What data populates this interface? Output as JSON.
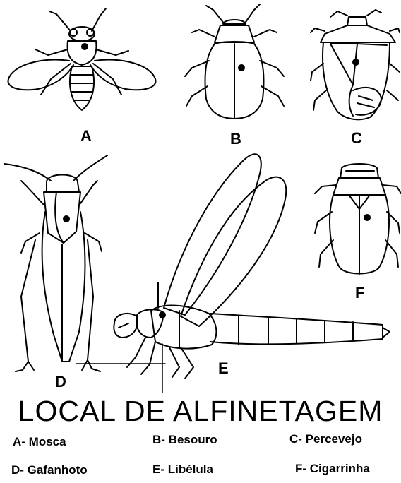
{
  "diagram": {
    "labels": {
      "a": "A",
      "b": "B",
      "c": "C",
      "d": "D",
      "e": "E",
      "f": "F"
    },
    "title": "LOCAL DE ALFINETAGEM",
    "legend": {
      "a": "A- Mosca",
      "b": "B- Besouro",
      "c": "C- Percevejo",
      "d": "D- Gafanhoto",
      "e": "E- Libélula",
      "f": "F- Cigarrinha"
    }
  }
}
